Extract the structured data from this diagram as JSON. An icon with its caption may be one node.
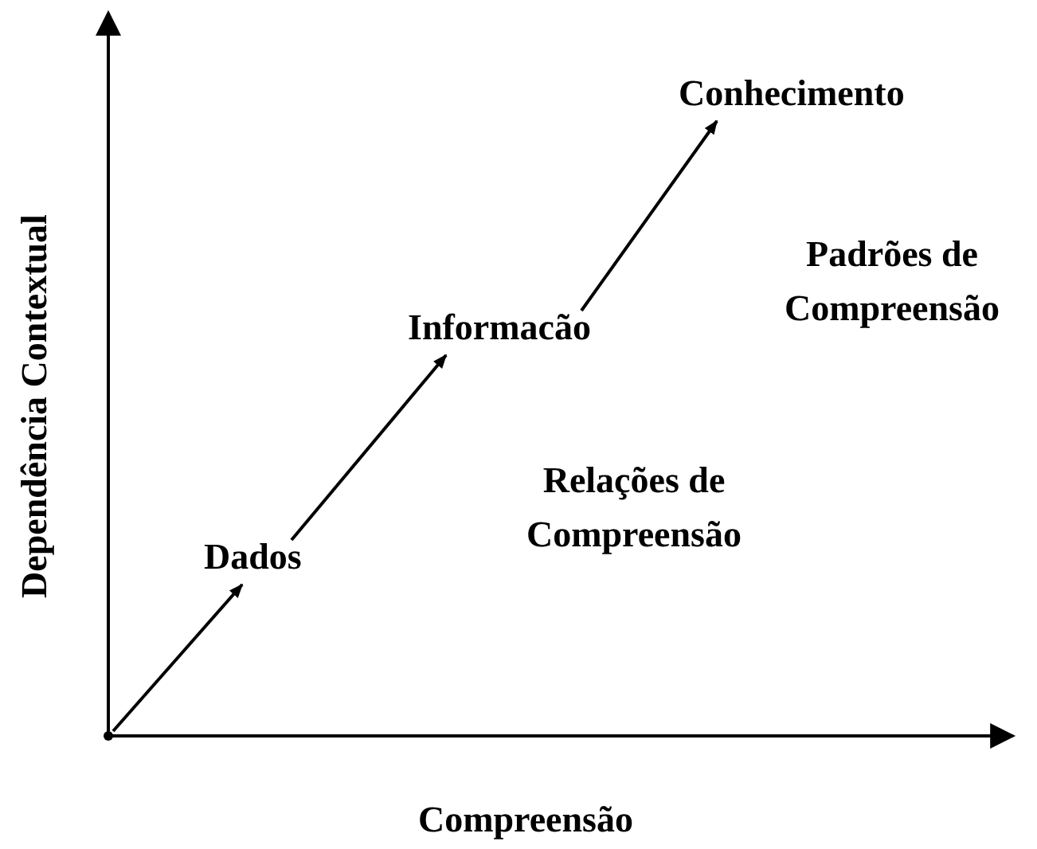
{
  "diagram": {
    "nodes": [
      {
        "text": [
          "Dados"
        ]
      },
      {
        "text": [
          "Informacão"
        ]
      },
      {
        "text": [
          "Conhecimento"
        ]
      },
      {
        "text": [],
        "shape": "point"
      }
    ],
    "edges": [
      {
        "from": 3,
        "to": 0,
        "arrow": "to"
      },
      {
        "from": 0,
        "to": 1,
        "arrow": "to"
      },
      {
        "from": 1,
        "to": 2,
        "arrow": "to"
      }
    ],
    "labels": [
      "Relações de Compreensão",
      "Padrões de Compreensão",
      "Dependência Contextual",
      "Compreensão"
    ]
  }
}
